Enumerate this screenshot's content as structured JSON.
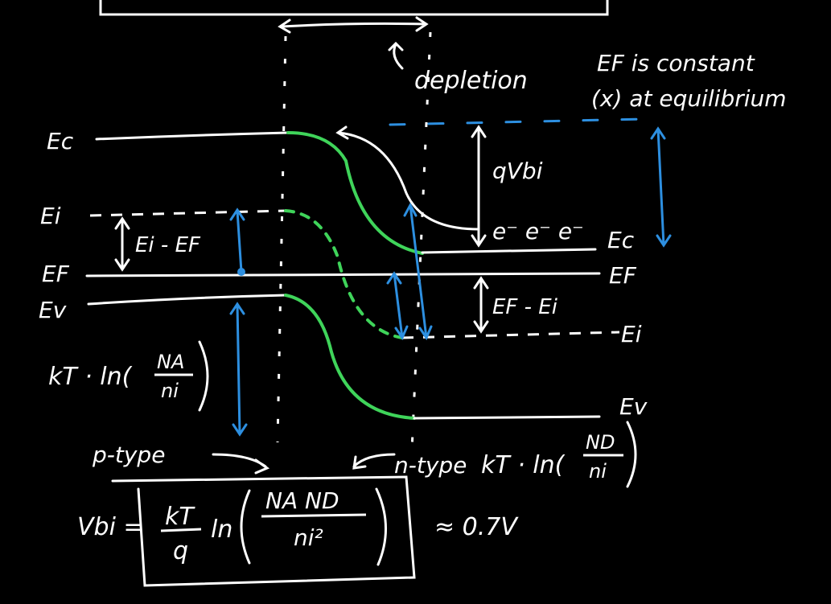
{
  "colors": {
    "background": "#000000",
    "ink": "#ffffff",
    "band_bending": "#3fd45a",
    "annotation": "#2d8fe0"
  },
  "labels": {
    "depletion": "depletion",
    "ef_constant_1": "EF is constant",
    "ef_constant_2": "(x) at equilibrium",
    "ec_left": "Ec",
    "ei_left": "Ei",
    "ef_left": "EF",
    "ev_left": "Ev",
    "ei_minus_ef": "Ei - EF",
    "kt_ln_na": "kT · ln(",
    "na": "NA",
    "ni_a": "ni",
    "qvbi": "qVbi",
    "electrons": "e⁻ e⁻ e⁻",
    "ec_right": "Ec",
    "ef_right": "EF",
    "ei_right": "Ei",
    "ev_right": "Ev",
    "ef_minus_ei": "EF - Ei",
    "p_type": "p-type",
    "n_type": "n-type",
    "kt_ln_nd": "kT · ln(",
    "nd": "ND",
    "ni_d": "ni",
    "vbi": "Vbi =",
    "kt": "kT",
    "q": "q",
    "ln": "ln",
    "na_nd": "NA ND",
    "ni2": "ni²",
    "approx": "≈ 0.7V"
  }
}
